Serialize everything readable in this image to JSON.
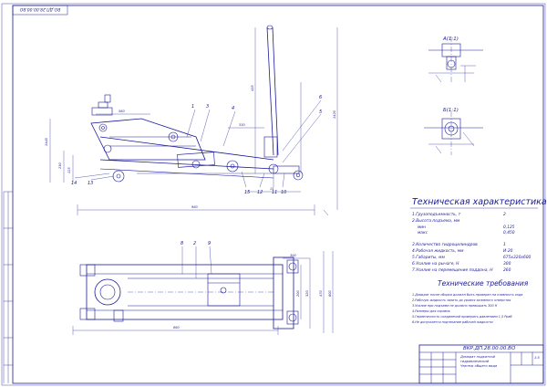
{
  "drawing": {
    "stamp_code": "ВКР.ДП.28.00.00.ВО",
    "sheet_code_rotated": "ВО.ДП.28.00.00.ВО"
  },
  "views": {
    "section_a": "А(1:1)",
    "section_b": "Б(1:1)"
  },
  "specs": {
    "title": "Техническая характеристика",
    "rows": [
      {
        "label": "1.Грузоподъемность, т",
        "value": "2"
      },
      {
        "label": "2.Высота подъема, мм",
        "value": ""
      },
      {
        "label": "мин",
        "value": "0,125"
      },
      {
        "label": "макс",
        "value": "0,450"
      },
      {
        "label": "3.Количество гидроцилиндров",
        "value": "1"
      },
      {
        "label": "4.Рабочая жидкость, мм",
        "value": "И-20"
      },
      {
        "label": "5.Габариты, мм",
        "value": "675х320х600"
      },
      {
        "label": "6.Усилие на рычаге, Н",
        "value": "300"
      },
      {
        "label": "7.Усилие на перемещение поддона, Н",
        "value": "260"
      }
    ]
  },
  "requirements": {
    "title": "Технические требования",
    "rows": [
      "1.Домкрат после сборки должен быть проверен на плавность хода",
      "2.Рабочую жидкость залить до уровня заливного отверстия",
      "3.Усилие при подъеме не должно превышать 300 Н",
      "4.Размеры для справок",
      "5.Герметичность соединений проверить давлением 1,5 Рраб",
      "6.Не допускается подтекание рабочей жидкости"
    ]
  },
  "title_block": {
    "name_line1": "Домкрат подкатной",
    "name_line2": "гидравлический",
    "name_line3": "Чертеж общего вида",
    "sheet_info": "1:5"
  },
  "callouts": {
    "side_view": [
      "1",
      "3",
      "4",
      "5",
      "6",
      "10",
      "11",
      "12",
      "13",
      "14",
      "15"
    ],
    "plan_view": [
      "2",
      "8",
      "9"
    ]
  },
  "dimensions": {
    "side": [
      "1440",
      "560",
      "230",
      "125",
      "435",
      "330",
      "980",
      "1420",
      "15"
    ],
    "plan": [
      "200",
      "320",
      "470",
      "600",
      "860",
      "300"
    ]
  },
  "colors": {
    "line": "#1a1a9a",
    "background": "#ffffff"
  }
}
